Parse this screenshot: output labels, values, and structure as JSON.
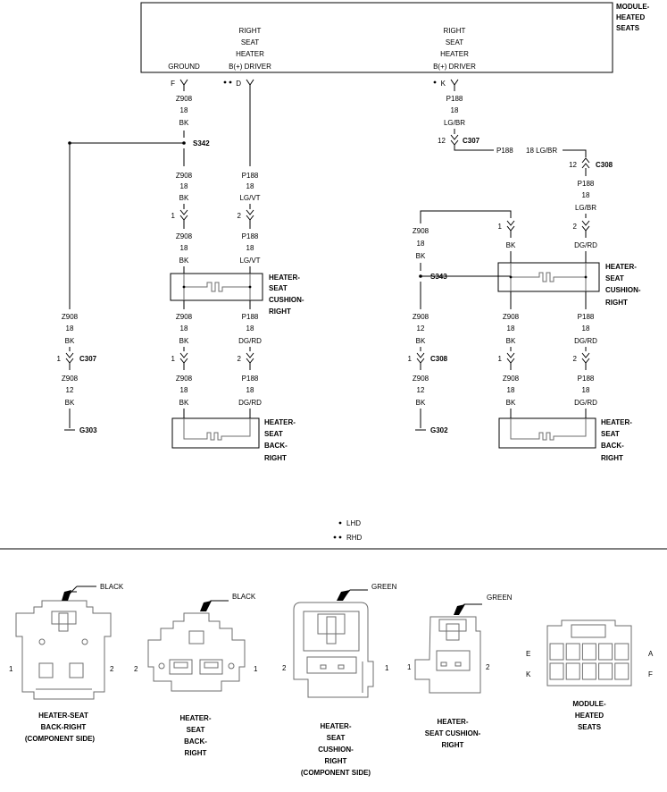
{
  "module": {
    "title": [
      "MODULE-",
      "HEATED",
      "SEATS"
    ],
    "pin_labels": {
      "ground": "GROUND",
      "driver1": [
        "RIGHT",
        "SEAT",
        "HEATER",
        "B(+) DRIVER"
      ],
      "driver2": [
        "RIGHT",
        "SEAT",
        "HEATER",
        "B(+) DRIVER"
      ]
    },
    "pins": {
      "f": "F",
      "d": "D",
      "k": "K"
    }
  },
  "wires": {
    "z908": "Z908",
    "p188": "P188",
    "g18": "18",
    "g12": "12",
    "bk": "BK",
    "lg_br": "LG/BR",
    "lg_vt": "LG/VT",
    "dg_rd": "DG/RD",
    "lg_br_inline": "18 LG/BR"
  },
  "splices": {
    "s342": "S342",
    "s343": "S343"
  },
  "connectors": {
    "c307": "C307",
    "c308": "C308",
    "pin1": "1",
    "pin2": "2",
    "pin12": "12"
  },
  "grounds": {
    "g303": "G303",
    "g302": "G302"
  },
  "components": {
    "cushion_right": [
      "HEATER-",
      "SEAT",
      "CUSHION-",
      "RIGHT"
    ],
    "back_right": [
      "HEATER-",
      "SEAT",
      "BACK-",
      "RIGHT"
    ]
  },
  "legend": {
    "lhd": "LHD",
    "rhd": "RHD"
  },
  "connector_views": {
    "c1": {
      "color": "BLACK",
      "caption": [
        "HEATER-SEAT",
        "BACK-RIGHT",
        "(COMPONENT SIDE)"
      ],
      "left_pin": "1",
      "right_pin": "2"
    },
    "c2": {
      "color": "BLACK",
      "caption": [
        "HEATER-",
        "SEAT",
        "BACK-",
        "RIGHT"
      ],
      "left_pin": "2",
      "right_pin": "1"
    },
    "c3": {
      "color": "GREEN",
      "caption": [
        "HEATER-",
        "SEAT",
        "CUSHION-",
        "RIGHT",
        "(COMPONENT SIDE)"
      ],
      "left_pin": "2",
      "right_pin": "1"
    },
    "c4": {
      "color": "GREEN",
      "caption": [
        "HEATER-",
        "SEAT CUSHION-",
        "RIGHT"
      ],
      "left_pin": "1",
      "right_pin": "2"
    },
    "c5": {
      "caption": [
        "MODULE-",
        "HEATED",
        "SEATS"
      ],
      "pins": [
        "E",
        "A",
        "K",
        "F"
      ]
    }
  }
}
